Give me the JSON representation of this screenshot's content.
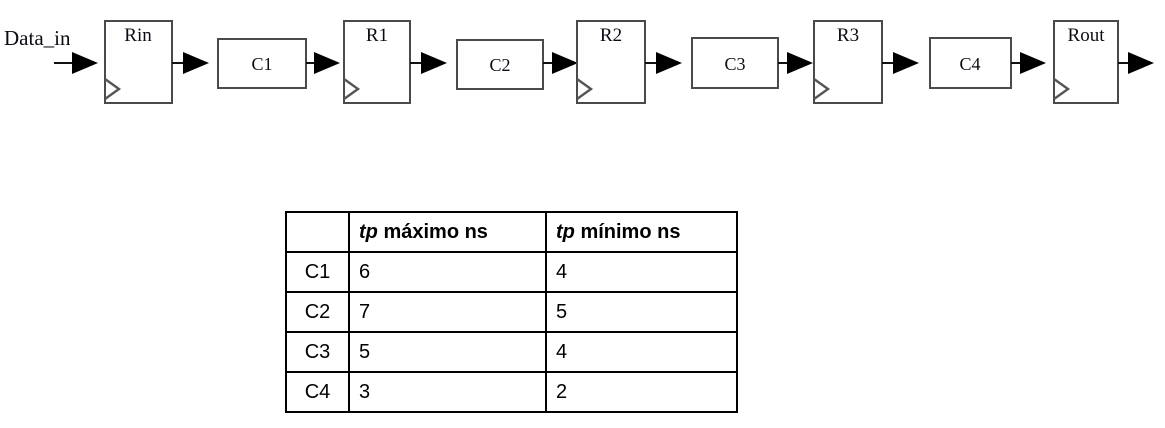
{
  "diagram": {
    "name": "pipelined-datapath",
    "input_signal_label": "Data_in",
    "registers": [
      {
        "id": "rin",
        "label": "Rin"
      },
      {
        "id": "r1",
        "label": "R1"
      },
      {
        "id": "r2",
        "label": "R2"
      },
      {
        "id": "r3",
        "label": "R3"
      },
      {
        "id": "rout",
        "label": "Rout"
      }
    ],
    "combinational_blocks": [
      {
        "id": "c1",
        "label": "C1"
      },
      {
        "id": "c2",
        "label": "C2"
      },
      {
        "id": "c3",
        "label": "C3"
      },
      {
        "id": "c4",
        "label": "C4"
      }
    ],
    "colors": {
      "block_stroke": "#4a4a4a",
      "wire": "#111111",
      "text": "#0b0b14",
      "background": "#ffffff"
    }
  },
  "timing_table": {
    "name": "propagation-delay-table",
    "corner_header": "",
    "columns": [
      "",
      "tp máximo ns",
      "tp mínimo ns"
    ],
    "column_symbol": "tp",
    "column_texts": [
      " máximo ns",
      " mínimo ns"
    ],
    "rows": [
      {
        "block": "C1",
        "tp_max": "6",
        "tp_min": "4"
      },
      {
        "block": "C2",
        "tp_max": "7",
        "tp_min": "5"
      },
      {
        "block": "C3",
        "tp_max": "5",
        "tp_min": "4"
      },
      {
        "block": "C4",
        "tp_max": "3",
        "tp_min": "2"
      }
    ]
  }
}
